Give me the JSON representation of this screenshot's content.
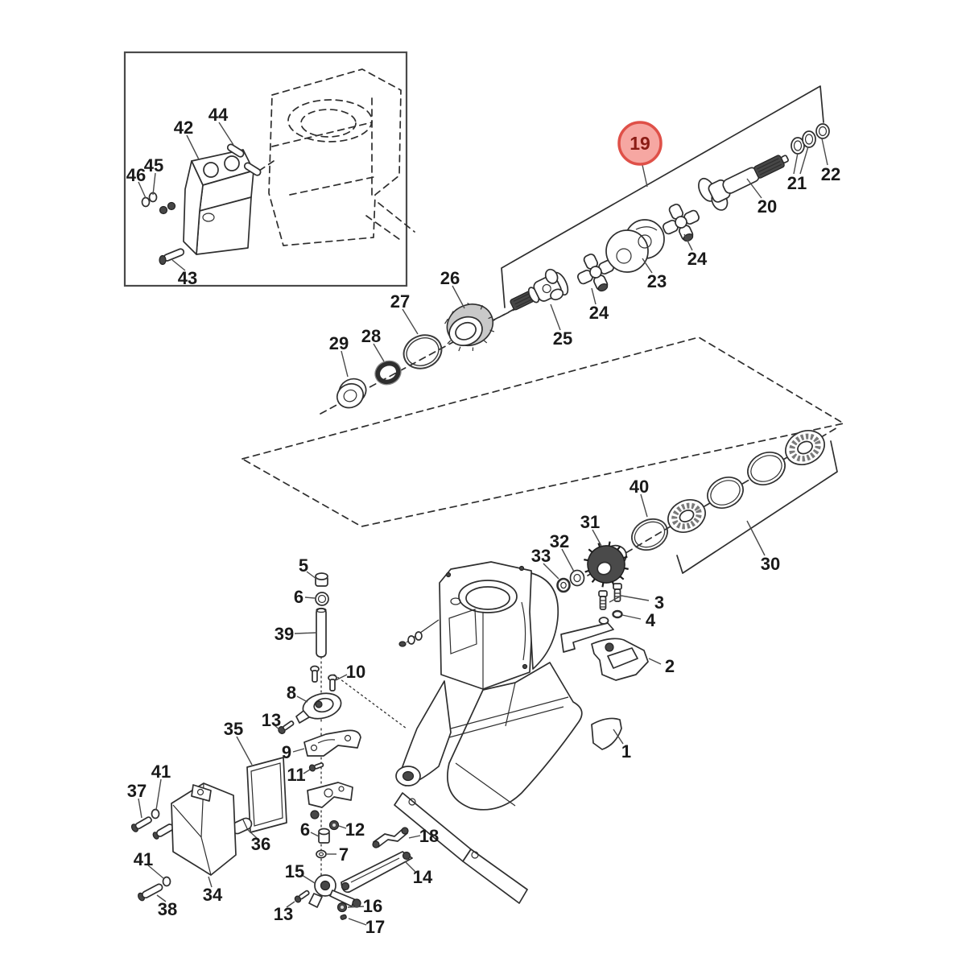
{
  "diagram": {
    "type": "exploded-parts-diagram",
    "subject": "sterndrive-transom-driveshaft-assembly",
    "colors": {
      "background": "#ffffff",
      "line": "#2e2e2e",
      "leader": "#4a4a4a"
    },
    "highlight": {
      "label": "19",
      "circle_fill": "#f6a7a2",
      "circle_stroke": "#df5048",
      "label_color": "#8a1c15"
    },
    "callouts": {
      "p1": "1",
      "p2": "2",
      "p3": "3",
      "p4": "4",
      "p5": "5",
      "p6": "6",
      "p7": "7",
      "p8": "8",
      "p9": "9",
      "p10": "10",
      "p11": "11",
      "p12": "12",
      "p13": "13",
      "p14": "14",
      "p15": "15",
      "p16": "16",
      "p17": "17",
      "p18": "18",
      "p19": "19",
      "p20": "20",
      "p21": "21",
      "p22": "22",
      "p23": "23",
      "p24": "24",
      "p25": "25",
      "p26": "26",
      "p27": "27",
      "p28": "28",
      "p29": "29",
      "p30": "30",
      "p31": "31",
      "p32": "32",
      "p33": "33",
      "p34": "34",
      "p35": "35",
      "p36": "36",
      "p37": "37",
      "p38": "38",
      "p39": "39",
      "p40": "40",
      "p41": "41",
      "p42": "42",
      "p43": "43",
      "p44": "44",
      "p45": "45",
      "p46": "46"
    }
  }
}
